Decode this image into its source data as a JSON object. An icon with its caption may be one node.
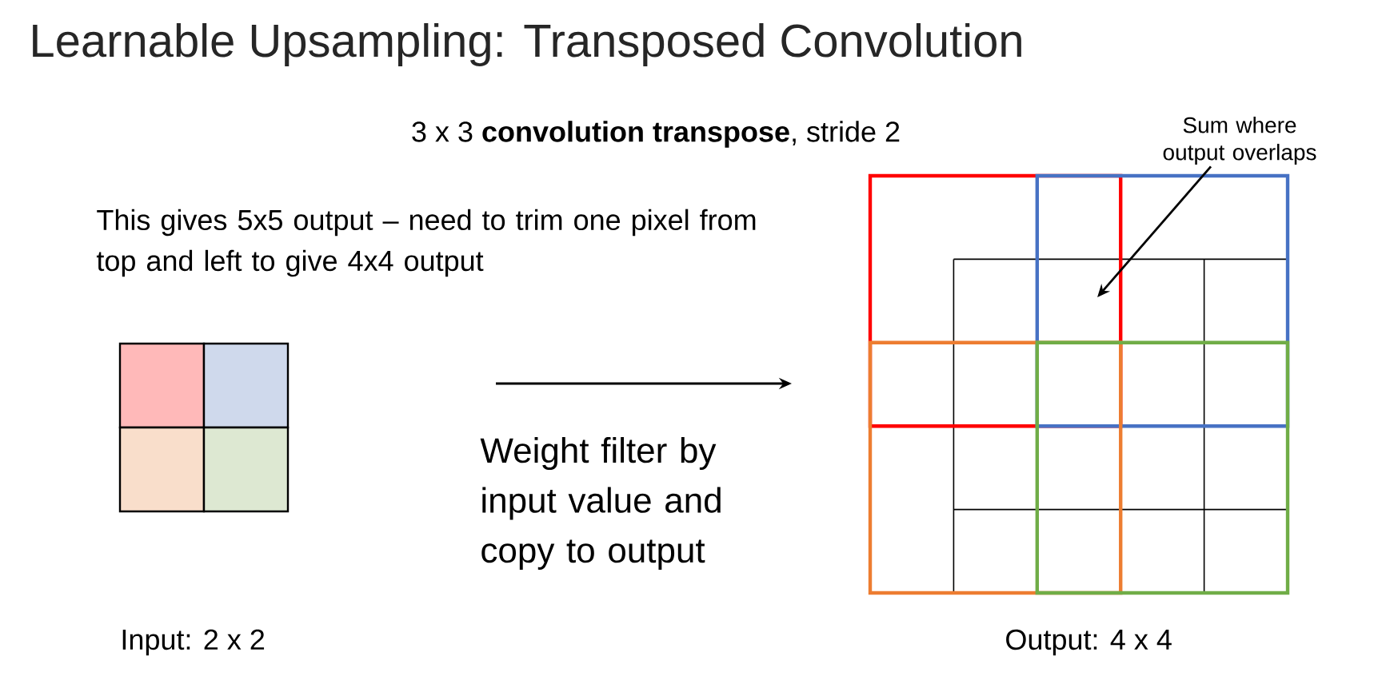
{
  "diagram": {
    "title": "Learnable Upsampling: Transposed Convolution",
    "nodes": [
      {
        "text": [],
        "shape": "box"
      },
      {
        "text": [],
        "shape": "box"
      },
      {
        "text": [
          "Sum where output overlaps"
        ]
      }
    ],
    "edges": [
      {
        "from": 2,
        "to": 1,
        "arrow": "to"
      }
    ],
    "labels": [
      "3 x 3 **convolution transpose**, stride 2",
      "This gives 5x5 output – need to trim one pixel from top and left to give 4x4 output",
      "Weight filter by input value and copy to output",
      "Input: 2 x 2",
      "Output: 4 x 4"
    ]
  }
}
